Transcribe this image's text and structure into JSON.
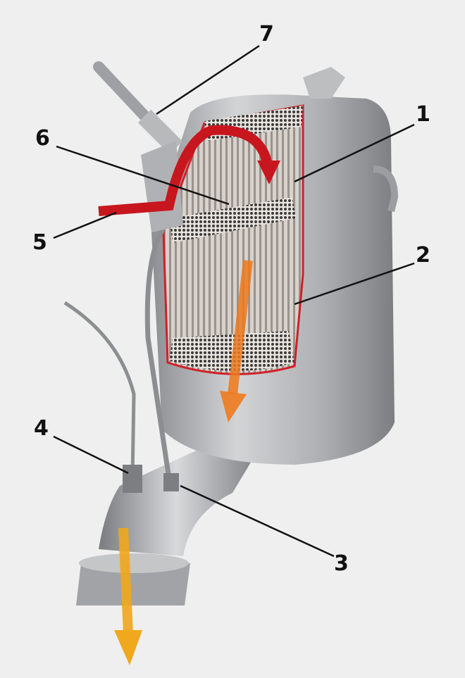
{
  "diagram": {
    "callouts": [
      {
        "id": "7",
        "label": "7"
      },
      {
        "id": "1",
        "label": "1"
      },
      {
        "id": "6",
        "label": "6"
      },
      {
        "id": "5",
        "label": "5"
      },
      {
        "id": "2",
        "label": "2"
      },
      {
        "id": "4",
        "label": "4"
      },
      {
        "id": "3",
        "label": "3"
      }
    ],
    "colors": {
      "background": "#efefef",
      "housing": "#b5b6b8",
      "cutaway_outline": "#d0202a",
      "hot_flow": "#c8161e",
      "filtered_flow": "#ee7a1e",
      "exit_flow": "#f0a81c"
    }
  }
}
